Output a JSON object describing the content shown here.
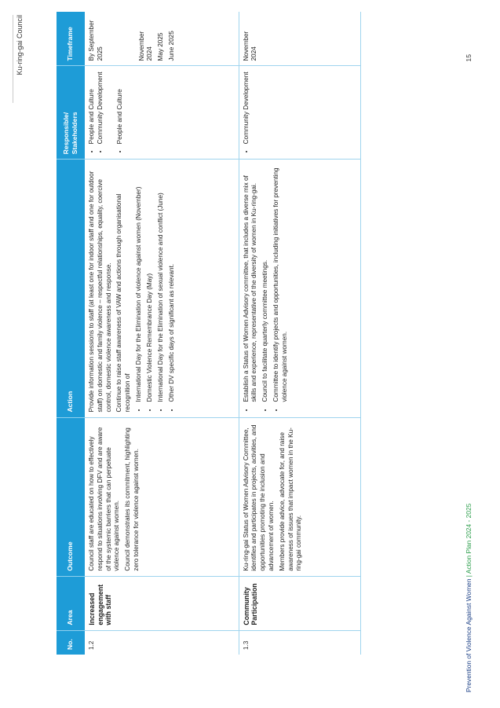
{
  "header": {
    "council_name": "Ku-ring-gai Council"
  },
  "table": {
    "headers": [
      "No.",
      "Area",
      "Outcome",
      "Action",
      "Responsible/ Stakeholders",
      "Timeframe"
    ],
    "rows": [
      {
        "no": "1.2",
        "area": "Increased engagement with staff",
        "outcome": [
          "Council staff are educated on how to effectively respond to situations involving DFV and are aware of the systemic barriers that can perpetuate violence against women.",
          "Council demonstrates its commitment, highlighting zero tolerance for violence against women."
        ],
        "action_intro": [
          "Provide information sessions to staff (at least one for indoor staff and one for outdoor staff) on domestic and family violence – respectful relationships, equality, coercive control, domestic violence awareness and response.",
          "Continue to raise staff awareness of VAW and actions through organisational recognition of"
        ],
        "action_bullets": [
          "International Day for the Elimination of violence against women (November)",
          "Domestic Violence Remembrance Day (May)",
          "International Day for the Elimination of sexual violence and conflict (June)",
          "Other DV specific days of significant as relevant."
        ],
        "responsible_a": [
          "People and Culture",
          "Community Development"
        ],
        "responsible_b": [
          "People and Culture"
        ],
        "timeframe_a": "By September 2025",
        "timeframe_b": [
          "November 2024",
          "May 2025",
          "June 2025"
        ]
      },
      {
        "no": "1.3",
        "area": "Community Participation",
        "outcome": [
          "Ku-ring-gai Status of Women Advisory Committee, identifies and participates in projects, activities, and opportunities promoting the inclusion and advancement of women.",
          "Members provide advice, advocate for, and raise awareness of issues that impact women in the Ku-ring-gai community."
        ],
        "action_bullets": [
          "Establish a Status of Women Advisory committee, that includes a diverse mix of skills and experience, representative of the diversity of women in Ku-ring-gai.",
          "Council to facilitate quarterly committee meetings.",
          "Committee to identify projects and opportunities, including initiatives for preventing violence against women."
        ],
        "responsible": [
          "Community Development"
        ],
        "timeframe": "November 2024"
      }
    ]
  },
  "footer": {
    "doc_title": "Prevention of Violence Against Women",
    "separator": "|",
    "plan": "Action Plan 2024 - 2025",
    "page_number": "15"
  },
  "colors": {
    "header_blue": "#1e9cd7",
    "footer_navy": "#1b3f85",
    "footer_green": "#2a9d4a"
  }
}
